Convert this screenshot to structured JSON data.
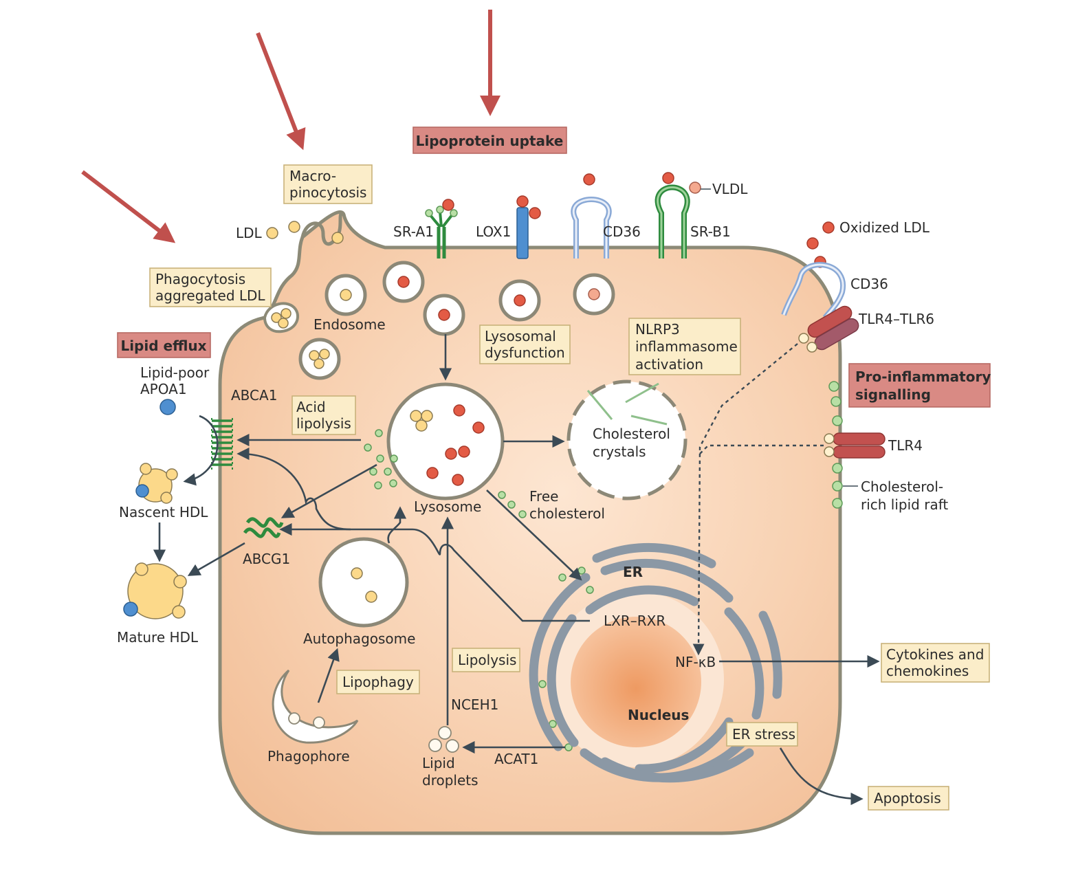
{
  "title": "Lipoprotein uptake",
  "highlights": {
    "lipoprotein_uptake": "Lipoprotein uptake",
    "lipid_efflux": "Lipid efflux",
    "pro_inflammatory": [
      "Pro-inflammatory",
      "signalling"
    ]
  },
  "boxes": {
    "macropinocytosis": [
      "Macro-",
      "pinocytosis"
    ],
    "phagocytosis": [
      "Phagocytosis",
      "aggregated LDL"
    ],
    "lysosomal_dysfunction": [
      "Lysosomal",
      "dysfunction"
    ],
    "nlrp3": [
      "NLRP3",
      "inflammasome",
      "activation"
    ],
    "acid_lipolysis": [
      "Acid",
      "lipolysis"
    ],
    "lipolysis": "Lipolysis",
    "lipophagy": "Lipophagy",
    "er_stress": "ER stress",
    "cytokines": [
      "Cytokines and",
      "chemokines"
    ],
    "apoptosis": "Apoptosis"
  },
  "labels": {
    "ldl": "LDL",
    "sr_a1": "SR-A1",
    "lox1": "LOX1",
    "cd36_top": "CD36",
    "sr_b1": "SR-B1",
    "vldl": "VLDL",
    "oxidized_ldl": "Oxidized LDL",
    "cd36_side": "CD36",
    "tlr4_tlr6": "TLR4–TLR6",
    "tlr4": "TLR4",
    "lipid_raft": [
      "Cholesterol-",
      "rich lipid raft"
    ],
    "endosome": "Endosome",
    "lipid_poor_apoa1": [
      "Lipid-poor",
      "APOA1"
    ],
    "abca1": "ABCA1",
    "abcg1": "ABCG1",
    "nascent_hdl": "Nascent HDL",
    "mature_hdl": "Mature HDL",
    "lysosome": "Lysosome",
    "free_cholesterol": [
      "Free",
      "cholesterol"
    ],
    "cholesterol_crystals": [
      "Cholesterol",
      "crystals"
    ],
    "autophagosome": "Autophagosome",
    "phagophore": "Phagophore",
    "nceh1": "NCEH1",
    "lipid_droplets": [
      "Lipid",
      "droplets"
    ],
    "acat1": "ACAT1",
    "er": "ER",
    "lxr_rxr": "LXR–RXR",
    "nf_kb": "NF-κB",
    "nucleus": "Nucleus"
  },
  "colors": {
    "cell_fill": "#f5c8a3",
    "cell_border": "#8c8a77",
    "red_arrow": "#c0504d",
    "highlight_box": "#d98a84",
    "label_box": "#fbedc9",
    "oxidized_ldl": "#e35b45",
    "ldl": "#fcd98a",
    "free_cholesterol": "#b8dfa5",
    "receptor_green": "#2e8b3e",
    "receptor_blue": "#4f8fd0",
    "tlr": "#c2514f",
    "nucleus": "#f0a070",
    "er": "#8b98a5"
  }
}
